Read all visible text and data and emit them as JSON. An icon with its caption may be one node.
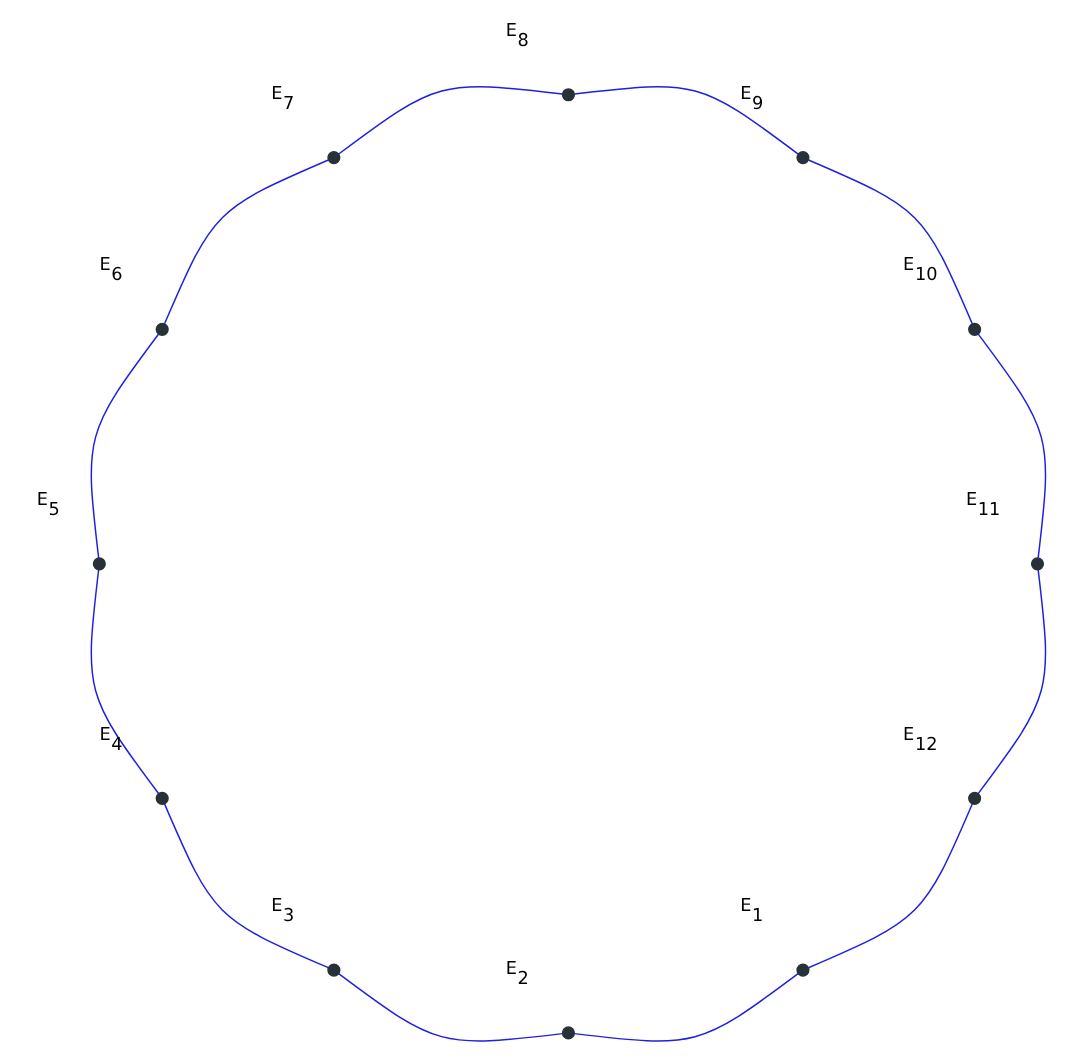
{
  "diagram": {
    "nodes": [
      {
        "text": [],
        "shape": "circle",
        "beside": [
          "E$_{1}$"
        ]
      },
      {
        "text": [],
        "shape": "circle",
        "beside": [
          "E$_{2}$"
        ]
      },
      {
        "text": [],
        "shape": "circle",
        "beside": [
          "E$_{3}$"
        ]
      },
      {
        "text": [],
        "shape": "circle",
        "beside": [
          "E$_{4}$"
        ]
      },
      {
        "text": [],
        "shape": "circle",
        "beside": [
          "E$_{5}$"
        ]
      },
      {
        "text": [],
        "shape": "circle",
        "beside": [
          "E$_{6}$"
        ]
      },
      {
        "text": [],
        "shape": "circle",
        "beside": [
          "E$_{7}$"
        ]
      },
      {
        "text": [],
        "shape": "circle",
        "beside": [
          "E$_{8}$"
        ]
      },
      {
        "text": [],
        "shape": "circle",
        "beside": [
          "E$_{9}$"
        ]
      },
      {
        "text": [],
        "shape": "circle",
        "beside": [
          "E$_{10}$"
        ]
      },
      {
        "text": [],
        "shape": "circle",
        "beside": [
          "E$_{11}$"
        ]
      },
      {
        "text": [],
        "shape": "circle",
        "beside": [
          "E$_{12}$"
        ]
      }
    ],
    "edges": [
      {
        "from": 0,
        "to": 1,
        "arrow": "none"
      },
      {
        "from": 1,
        "to": 2,
        "arrow": "none"
      },
      {
        "from": 2,
        "to": 3,
        "arrow": "none"
      },
      {
        "from": 3,
        "to": 4,
        "arrow": "none"
      },
      {
        "from": 4,
        "to": 5,
        "arrow": "none"
      },
      {
        "from": 5,
        "to": 6,
        "arrow": "none"
      },
      {
        "from": 6,
        "to": 7,
        "arrow": "none"
      },
      {
        "from": 7,
        "to": 8,
        "arrow": "none"
      },
      {
        "from": 8,
        "to": 9,
        "arrow": "none"
      },
      {
        "from": 9,
        "to": 10,
        "arrow": "none"
      },
      {
        "from": 10,
        "to": 11,
        "arrow": "none"
      },
      {
        "from": 11,
        "to": 0,
        "arrow": "none"
      }
    ]
  }
}
